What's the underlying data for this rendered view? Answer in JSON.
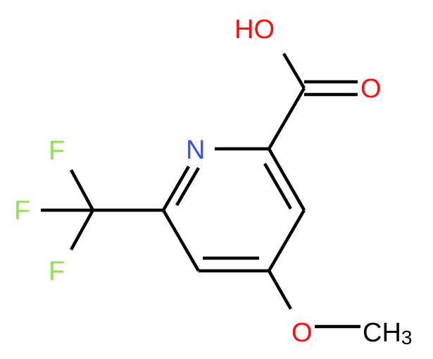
{
  "molecule": {
    "atoms": {
      "hydroxyl": {
        "text": "HO",
        "color": "#ff0d0d"
      },
      "carbonyl_oxygen": {
        "text": "O",
        "color": "#ff0d0d"
      },
      "ring_nitrogen": {
        "text": "N",
        "color": "#3050f8"
      },
      "fluorine_top": {
        "text": "F",
        "color": "#90e050"
      },
      "fluorine_middle": {
        "text": "F",
        "color": "#90e050"
      },
      "fluorine_bottom": {
        "text": "F",
        "color": "#90e050"
      },
      "ether_oxygen": {
        "text": "O",
        "color": "#ff0d0d"
      },
      "methyl": {
        "text": "CH",
        "subscript": "3",
        "color": "#000000"
      }
    },
    "bond_color": "#000000"
  }
}
